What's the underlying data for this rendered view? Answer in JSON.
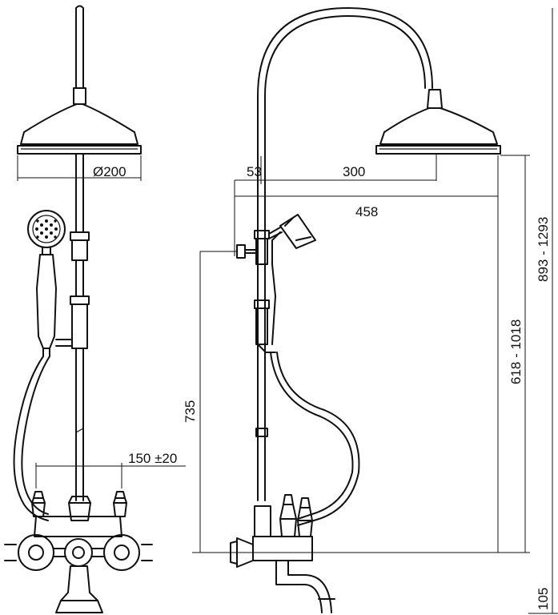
{
  "dimensions": {
    "head_diameter": "Ø200",
    "spacing": "150 ±20",
    "offset_53": "53",
    "offset_300": "300",
    "offset_458": "458",
    "height_735": "735",
    "height_618_1018": "618 - 1018",
    "height_893_1293": "893 - 1293",
    "height_105": "105"
  },
  "colors": {
    "line": "#111111",
    "background": "#ffffff"
  }
}
